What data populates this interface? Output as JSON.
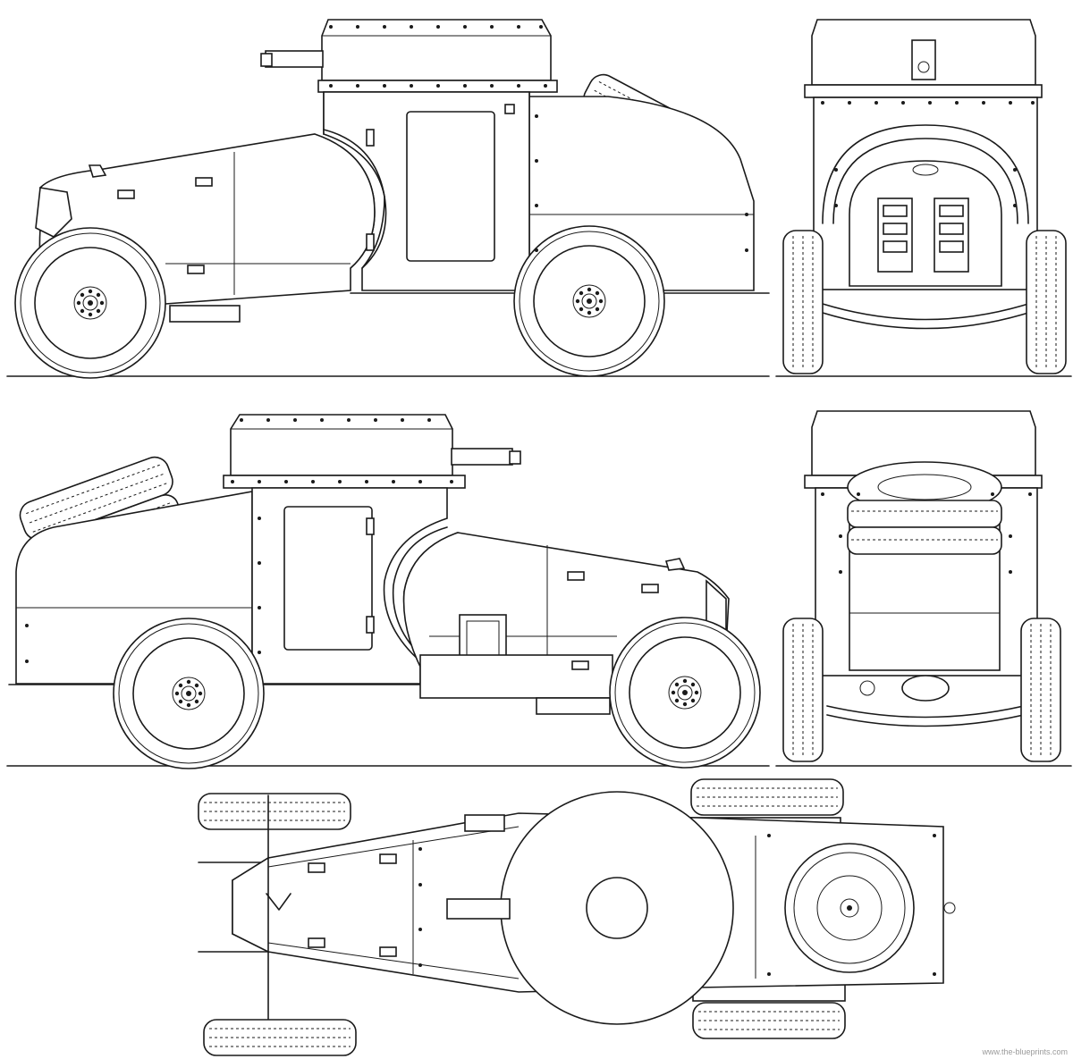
{
  "drawing": {
    "watermark": "www.the-blueprints.com",
    "views": [
      {
        "id": "left-side"
      },
      {
        "id": "front"
      },
      {
        "id": "right-side"
      },
      {
        "id": "rear"
      },
      {
        "id": "top"
      }
    ]
  },
  "colors": {
    "ink": "#1a1a1a",
    "paper": "#ffffff"
  }
}
